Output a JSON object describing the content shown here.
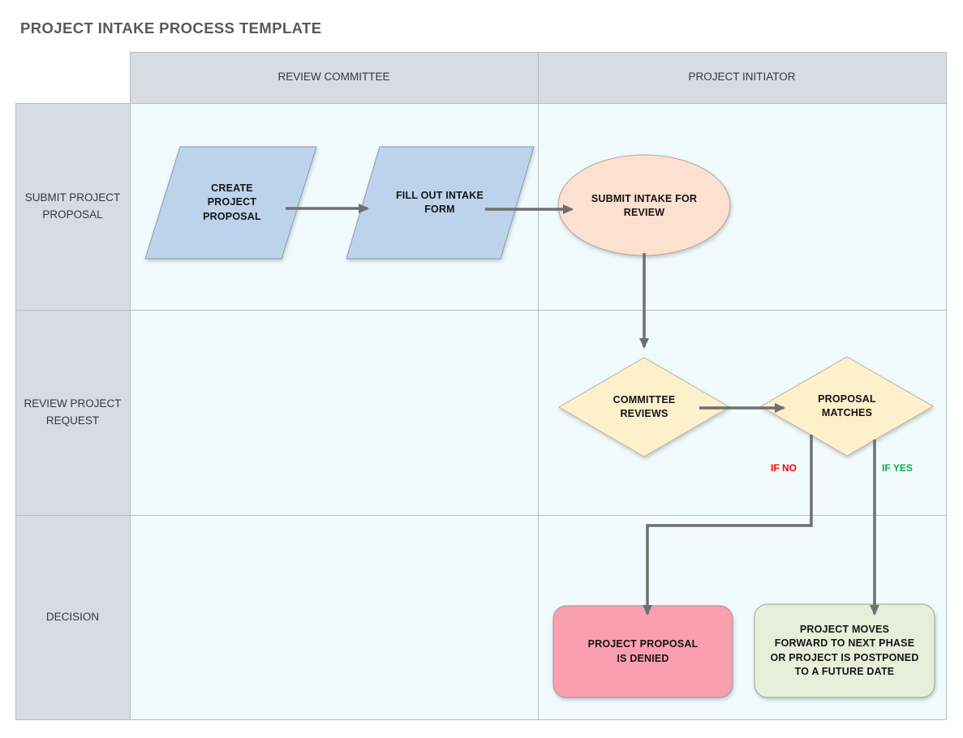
{
  "title": "PROJECT INTAKE PROCESS TEMPLATE",
  "lanes": {
    "columns": [
      "REVIEW COMMITTEE",
      "PROJECT INITIATOR"
    ],
    "rows": [
      "SUBMIT PROJECT\nPROPOSAL",
      "REVIEW PROJECT\nREQUEST",
      "DECISION"
    ]
  },
  "nodes": {
    "create_proposal": "CREATE\nPROJECT\nPROPOSAL",
    "fill_intake_form": "FILL OUT INTAKE\nFORM",
    "submit_intake": "SUBMIT INTAKE FOR\nREVIEW",
    "committee_reviews": "COMMITTEE\nREVIEWS",
    "proposal_matches": "PROPOSAL\nMATCHES",
    "proposal_denied": "PROJECT PROPOSAL\nIS DENIED",
    "proposal_approved": "PROJECT MOVES\nFORWARD TO NEXT PHASE\nOR PROJECT IS POSTPONED\nTO A FUTURE DATE"
  },
  "edge_labels": {
    "if_no": "IF NO",
    "if_yes": "IF YES"
  },
  "colors": {
    "header_bg": "#d6dce2",
    "lane_bg": "#f1fbfd",
    "grid_line": "#b6bdc3",
    "process_fill": "#bdd3ec",
    "terminator_fill": "#fce0d0",
    "decision_fill": "#fdf0cb",
    "denied_fill": "#fa9fb0",
    "approved_fill": "#e6efda",
    "arrow": "#6f6f6f",
    "if_no": "#fe0000",
    "if_yes": "#00b04e",
    "title": "#595959"
  }
}
